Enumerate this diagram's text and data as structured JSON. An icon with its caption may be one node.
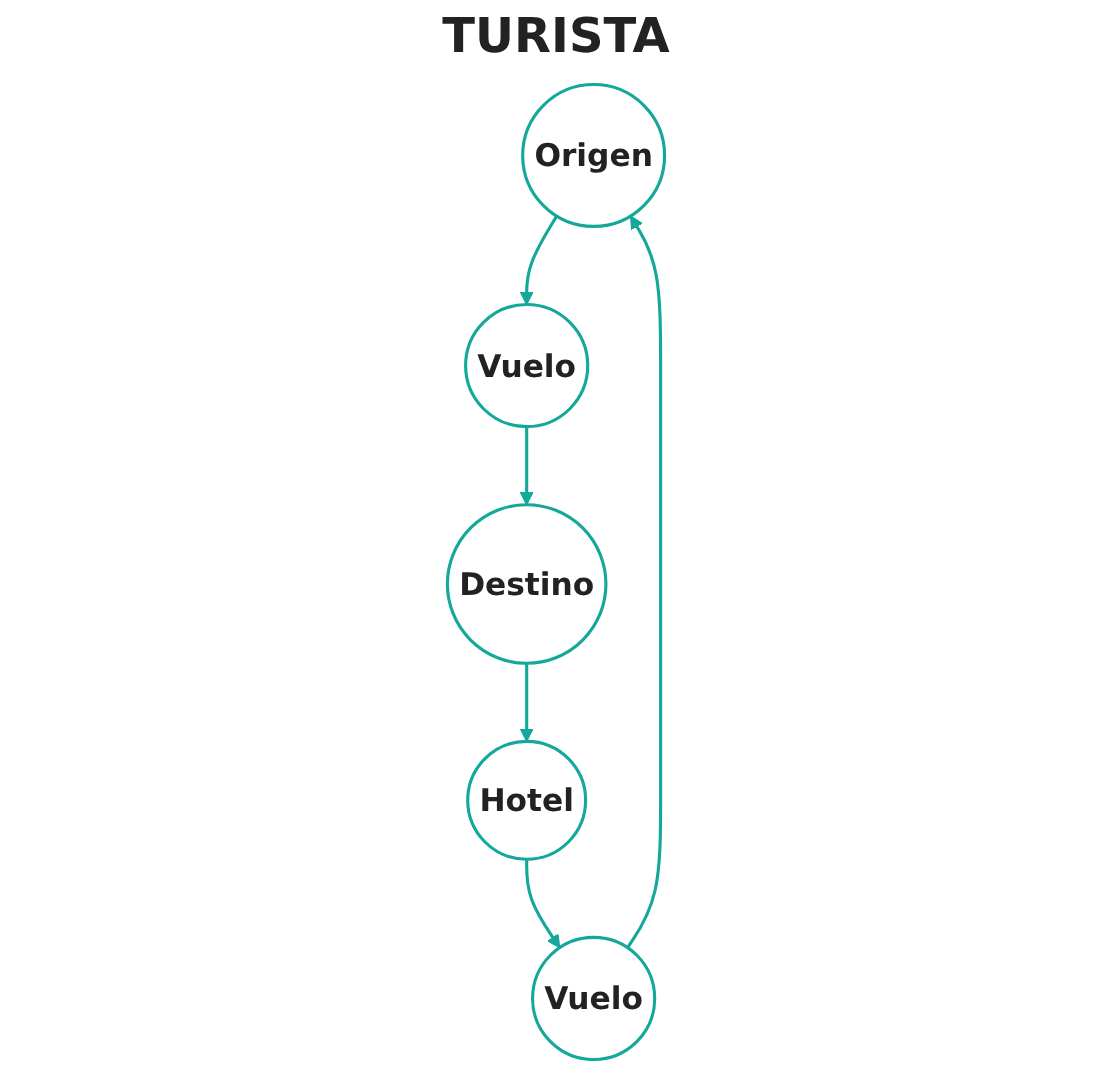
{
  "diagram": {
    "nodes": [
      {
        "text": [
          "Origen"
        ]
      },
      {
        "text": [
          "Vuelo"
        ]
      },
      {
        "text": [
          "Vuelo"
        ]
      },
      {
        "text": [
          "Hotel"
        ]
      },
      {
        "text": [
          "Destino"
        ]
      }
    ],
    "edges": [
      {
        "from": 0,
        "to": 2,
        "arrow": "to"
      },
      {
        "from": 2,
        "to": 4,
        "arrow": "to"
      },
      {
        "from": 4,
        "to": 3,
        "arrow": "to"
      },
      {
        "from": 3,
        "to": 1,
        "arrow": "to"
      },
      {
        "from": 1,
        "to": 0,
        "arrow": "to"
      }
    ],
    "labels": [
      "TURISTA"
    ]
  }
}
